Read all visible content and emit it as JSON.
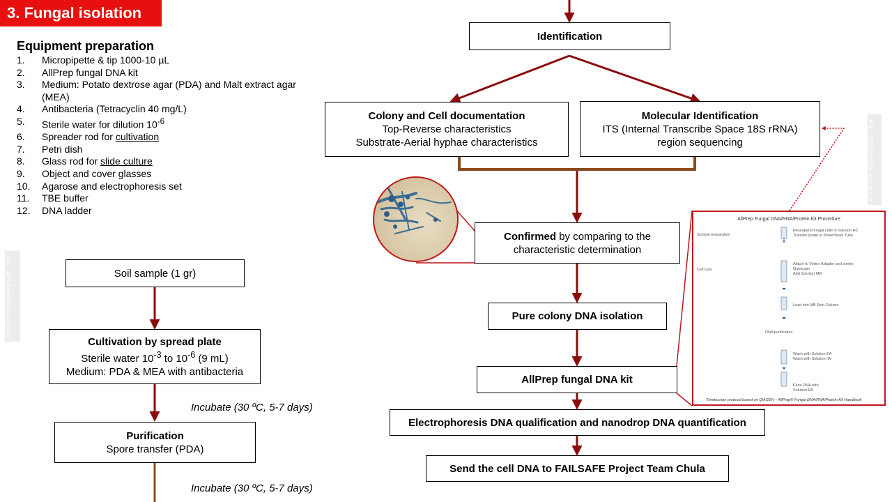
{
  "slide": {
    "title": "3. Fungal isolation",
    "watermark": "©Nat Pornthipjiang Lab - Nan"
  },
  "equipment": {
    "heading": "Equipment preparation",
    "items": [
      {
        "n": "1.",
        "text": "Micropipette & tip 1000-10 µL"
      },
      {
        "n": "2.",
        "text": "AllPrep fungal DNA kit"
      },
      {
        "n": "3.",
        "text": "Medium: Potato dextrose agar (PDA) and Malt extract agar (MEA)"
      },
      {
        "n": "4.",
        "text": "Antibacteria (Tetracyclin 40 mg/L)"
      },
      {
        "n": "5.",
        "text": "Sterile water for dilution 10",
        "sup": "-6"
      },
      {
        "n": "6.",
        "text": "Spreader rod for ",
        "link": "cultivation"
      },
      {
        "n": "7.",
        "text": "Petri dish"
      },
      {
        "n": "8.",
        "text": "Glass rod for ",
        "link": "slide culture"
      },
      {
        "n": "9.",
        "text": "Object and cover glasses"
      },
      {
        "n": "10.",
        "text": "Agarose and electrophoresis set"
      },
      {
        "n": "11.",
        "text": "TBE buffer"
      },
      {
        "n": "12.",
        "text": "DNA ladder"
      }
    ]
  },
  "left_flow": {
    "soil": "Soil sample (1 gr)",
    "cultivation": {
      "title": "Cultivation by spread plate",
      "line1_pre": "Sterile water 10",
      "line1_sup1": "-3",
      "line1_mid": " to 10",
      "line1_sup2": "-6",
      "line1_post": " (9 mL)",
      "line2": "Medium: PDA & MEA with antibacteria"
    },
    "incubate1": "Incubate (30 ºC, 5-7 days)",
    "purification": {
      "title": "Purification",
      "line": "Spore transfer (PDA)"
    },
    "incubate2": "Incubate (30 ºC, 5-7 days)"
  },
  "right_flow": {
    "identification": "Identification",
    "colony": {
      "title": "Colony and Cell documentation",
      "line1": "Top-Reverse characteristics",
      "line2": "Substrate-Aerial hyphae characteristics"
    },
    "molecular": {
      "title": "Molecular Identification",
      "line1": "ITS (Internal Transcribe Space 18S rRNA)",
      "line2": "region sequencing"
    },
    "confirmed": {
      "bold": "Confirmed",
      "rest": " by comparing to the",
      "line2": "characteristic determination"
    },
    "pure": "Pure colony DNA isolation",
    "allprep": "AllPrep fungal DNA kit",
    "electro": "Electrophoresis DNA qualification and nanodrop DNA quantification",
    "send": "Send the cell DNA to FAILSAFE Project Team Chula"
  },
  "protocol": {
    "title": "AllPrep Fungal DNA/RNA/Protein Kit Procedure",
    "sample_prep": "Sample preparation",
    "cell_lysis": "Cell lysis",
    "dna_purification": "DNA purification",
    "step1a": "Resuspend fungal cells in Solution HC",
    "step1b": "Transfer lysate to PowerBead Tube",
    "step2a": "Attach to Vortex Adapter and vortex",
    "step2b": "Quickspin",
    "step2c": "Add Solution MR",
    "step3": "Load into MB Spin Column",
    "step4a": "Wash with Solution EA",
    "step4b": "Wash with Solution IW",
    "step5a": "Elute DNA with",
    "step5b": "Solution EB",
    "footnote": "©Instruction protocol based on QIAGEN – AllPrep® Fungal DNA/RNA/Protein Kit Handbook"
  },
  "colors": {
    "title_red": "#e8100f",
    "arrow_dark_red": "#8b0c0c",
    "bracket_brown": "#8b4a1f",
    "highlight_red": "#c0171c"
  }
}
